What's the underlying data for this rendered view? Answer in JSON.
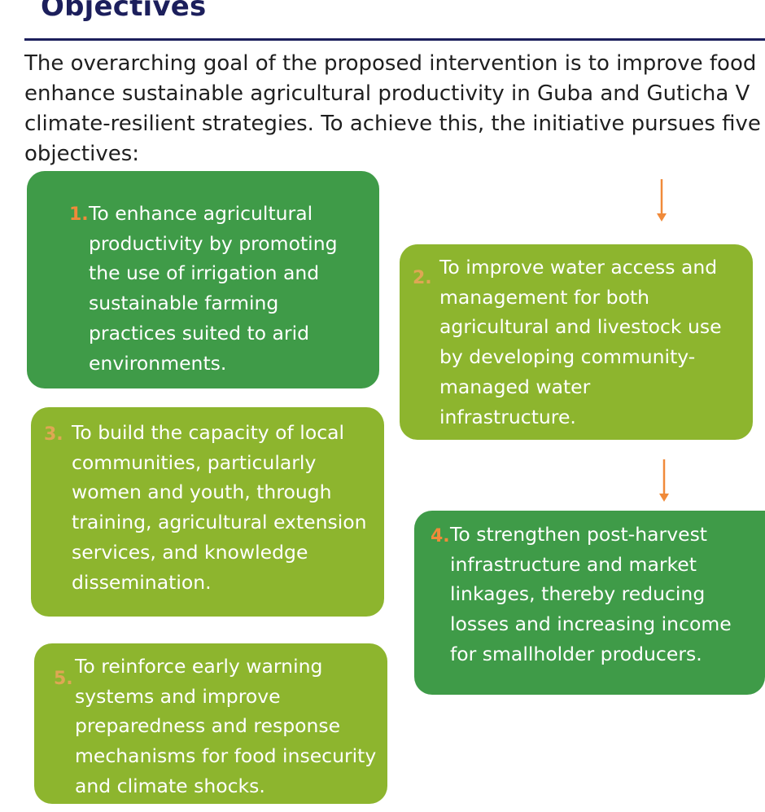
{
  "page": {
    "title": "Objectives",
    "intro_lines": [
      "The overarching goal of the proposed intervention is to improve food",
      "enhance sustainable agricultural productivity in Guba and Guticha V",
      "climate-resilient strategies. To achieve this, the initiative pursues five",
      "objectives:"
    ]
  },
  "objectives": [
    {
      "number": "1.",
      "lines": [
        "To enhance agricultural",
        "productivity by promoting",
        "the use of irrigation and",
        "sustainable farming",
        "practices suited to arid",
        "environments."
      ]
    },
    {
      "number": "2.",
      "lines": [
        "To improve water access and",
        "management for both",
        "agricultural and livestock use",
        "by developing community-",
        "managed water",
        "infrastructure."
      ]
    },
    {
      "number": "3.",
      "lines": [
        "To build the capacity of local",
        "communities, particularly",
        "women and youth, through",
        "training, agricultural extension",
        "services, and knowledge",
        "dissemination."
      ]
    },
    {
      "number": "4.",
      "lines": [
        "To strengthen post-harvest",
        "infrastructure and market",
        "linkages, thereby reducing",
        "losses and increasing income",
        "for smallholder producers."
      ]
    },
    {
      "number": "5.",
      "lines": [
        "To reinforce early warning",
        "systems and improve",
        "preparedness and response",
        "mechanisms for food insecurity",
        "and climate shocks."
      ]
    }
  ],
  "colors": {
    "title": "#1c1f5c",
    "card_dark_green": "#3f9b48",
    "card_light_green": "#8db52e",
    "number_orange": "#f08a3a",
    "arrow_orange": "#f08a3a"
  }
}
